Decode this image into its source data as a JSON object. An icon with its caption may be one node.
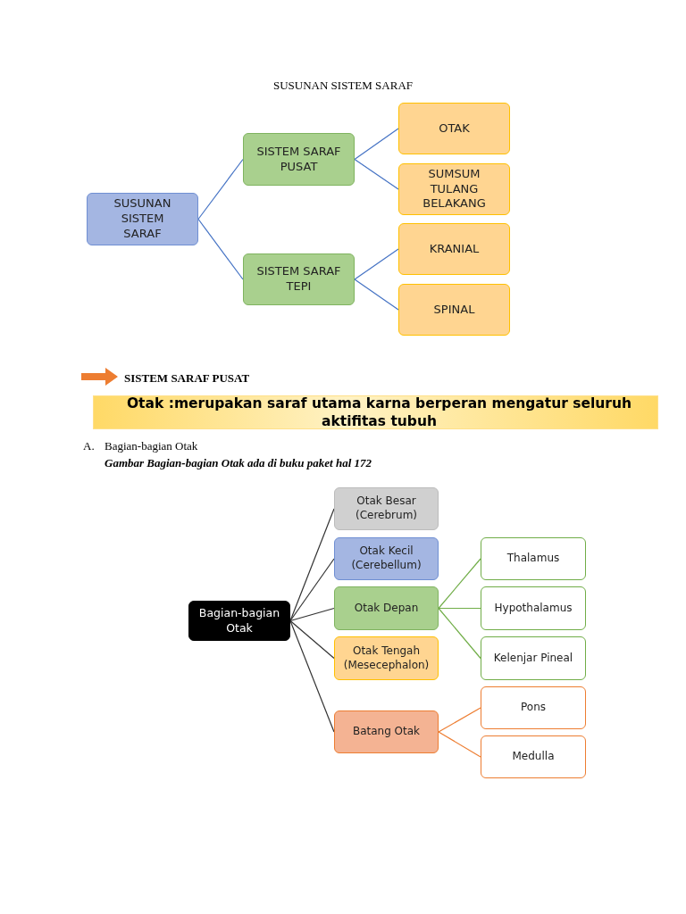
{
  "diagram": {
    "title": "SUSUNAN SISTEM SARAF",
    "nodes": [
      {
        "text": [
          "SUSUNAN SISTEM SARAF"
        ]
      },
      {
        "text": [
          "SISTEM SARAF PUSAT"
        ]
      },
      {
        "text": [
          "SISTEM SARAF TEPI"
        ]
      },
      {
        "text": [
          "OTAK"
        ]
      },
      {
        "text": [
          "SUMSUM TULANG BELAKANG"
        ]
      },
      {
        "text": [
          "KRANIAL"
        ]
      },
      {
        "text": [
          "SPINAL"
        ]
      },
      {
        "text": [
          "Otak :merupakan saraf utama karna berperan mengatur seluruh aktifitas tubuh"
        ]
      },
      {
        "text": [
          "Bagian-bagian Otak"
        ]
      },
      {
        "text": [
          "Otak Besar (Cerebrum)"
        ]
      },
      {
        "text": [
          "Otak Kecil (Cerebellum)"
        ]
      },
      {
        "text": [
          "Otak Depan"
        ]
      },
      {
        "text": [
          "Otak Tengah (Mesecephalon)"
        ]
      },
      {
        "text": [
          "Batang Otak"
        ]
      },
      {
        "text": [
          "Thalamus"
        ]
      },
      {
        "text": [
          "Hypothalamus"
        ]
      },
      {
        "text": [
          "Kelenjar Pineal"
        ]
      },
      {
        "text": [
          "Pons"
        ]
      },
      {
        "text": [
          "Medulla"
        ]
      }
    ],
    "edges": [
      {
        "from": 0,
        "to": 1,
        "arrow": "none"
      },
      {
        "from": 0,
        "to": 2,
        "arrow": "none"
      },
      {
        "from": 1,
        "to": 3,
        "arrow": "none"
      },
      {
        "from": 1,
        "to": 4,
        "arrow": "none"
      },
      {
        "from": 2,
        "to": 5,
        "arrow": "none"
      },
      {
        "from": 2,
        "to": 6,
        "arrow": "none"
      },
      {
        "from": 8,
        "to": 9,
        "arrow": "none",
        "color": "#333333"
      },
      {
        "from": 8,
        "to": 10,
        "arrow": "none",
        "color": "#333333"
      },
      {
        "from": 8,
        "to": 11,
        "arrow": "none",
        "color": "#333333"
      },
      {
        "from": 8,
        "to": 12,
        "arrow": "none",
        "color": "#333333"
      },
      {
        "from": 8,
        "to": 13,
        "arrow": "none",
        "color": "#333333"
      },
      {
        "from": 11,
        "to": 14,
        "arrow": "none",
        "color": "#70ad47"
      },
      {
        "from": 11,
        "to": 15,
        "arrow": "none",
        "color": "#70ad47"
      },
      {
        "from": 11,
        "to": 16,
        "arrow": "none",
        "color": "#70ad47"
      },
      {
        "from": 13,
        "to": 17,
        "arrow": "none",
        "color": "#ed7d31"
      },
      {
        "from": 13,
        "to": 18,
        "arrow": "none",
        "color": "#ed7d31"
      }
    ],
    "labels": [
      "SISTEM SARAF PUSAT",
      "A.",
      "Bagian-bagian Otak",
      "Gambar Bagian-bagian Otak ada di buku paket hal 172"
    ]
  }
}
